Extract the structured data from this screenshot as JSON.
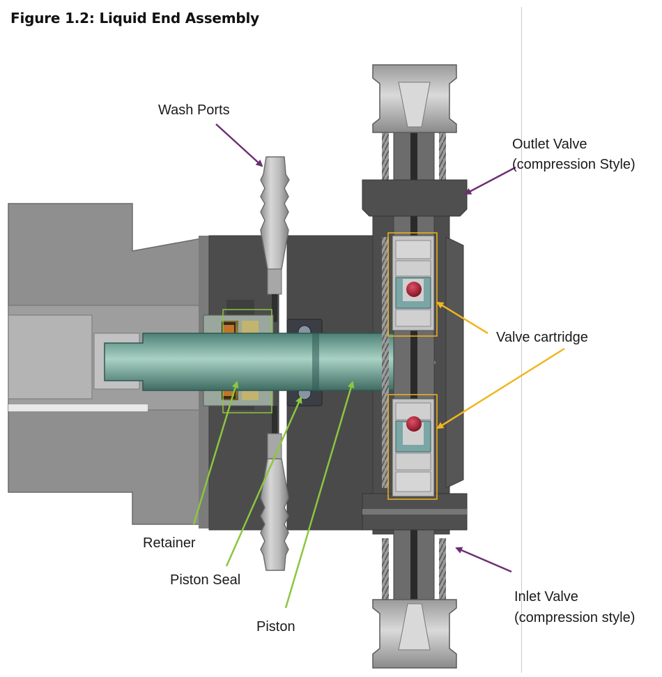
{
  "figure": {
    "title": "Figure 1.2: Liquid End Assembly"
  },
  "callouts": {
    "wash_ports": "Wash Ports",
    "outlet_valve_line1": "Outlet Valve",
    "outlet_valve_line2": "(compression Style)",
    "valve_cartridge": "Valve cartridge",
    "retainer": "Retainer",
    "piston_seal": "Piston Seal",
    "piston": "Piston",
    "inlet_valve_line1": "Inlet Valve",
    "inlet_valve_line2": "(compression style)"
  },
  "colors": {
    "purple_arrow": "#6b2f72",
    "green_arrow": "#8cc63f",
    "yellow_arrow": "#f2b51d",
    "body_dark": "#4b4b4b",
    "housing_gray": "#8a8a8a",
    "steel_light": "#c9c9c9",
    "piston_teal": "#5f9f93",
    "check_ball_red": "#a3192b"
  }
}
